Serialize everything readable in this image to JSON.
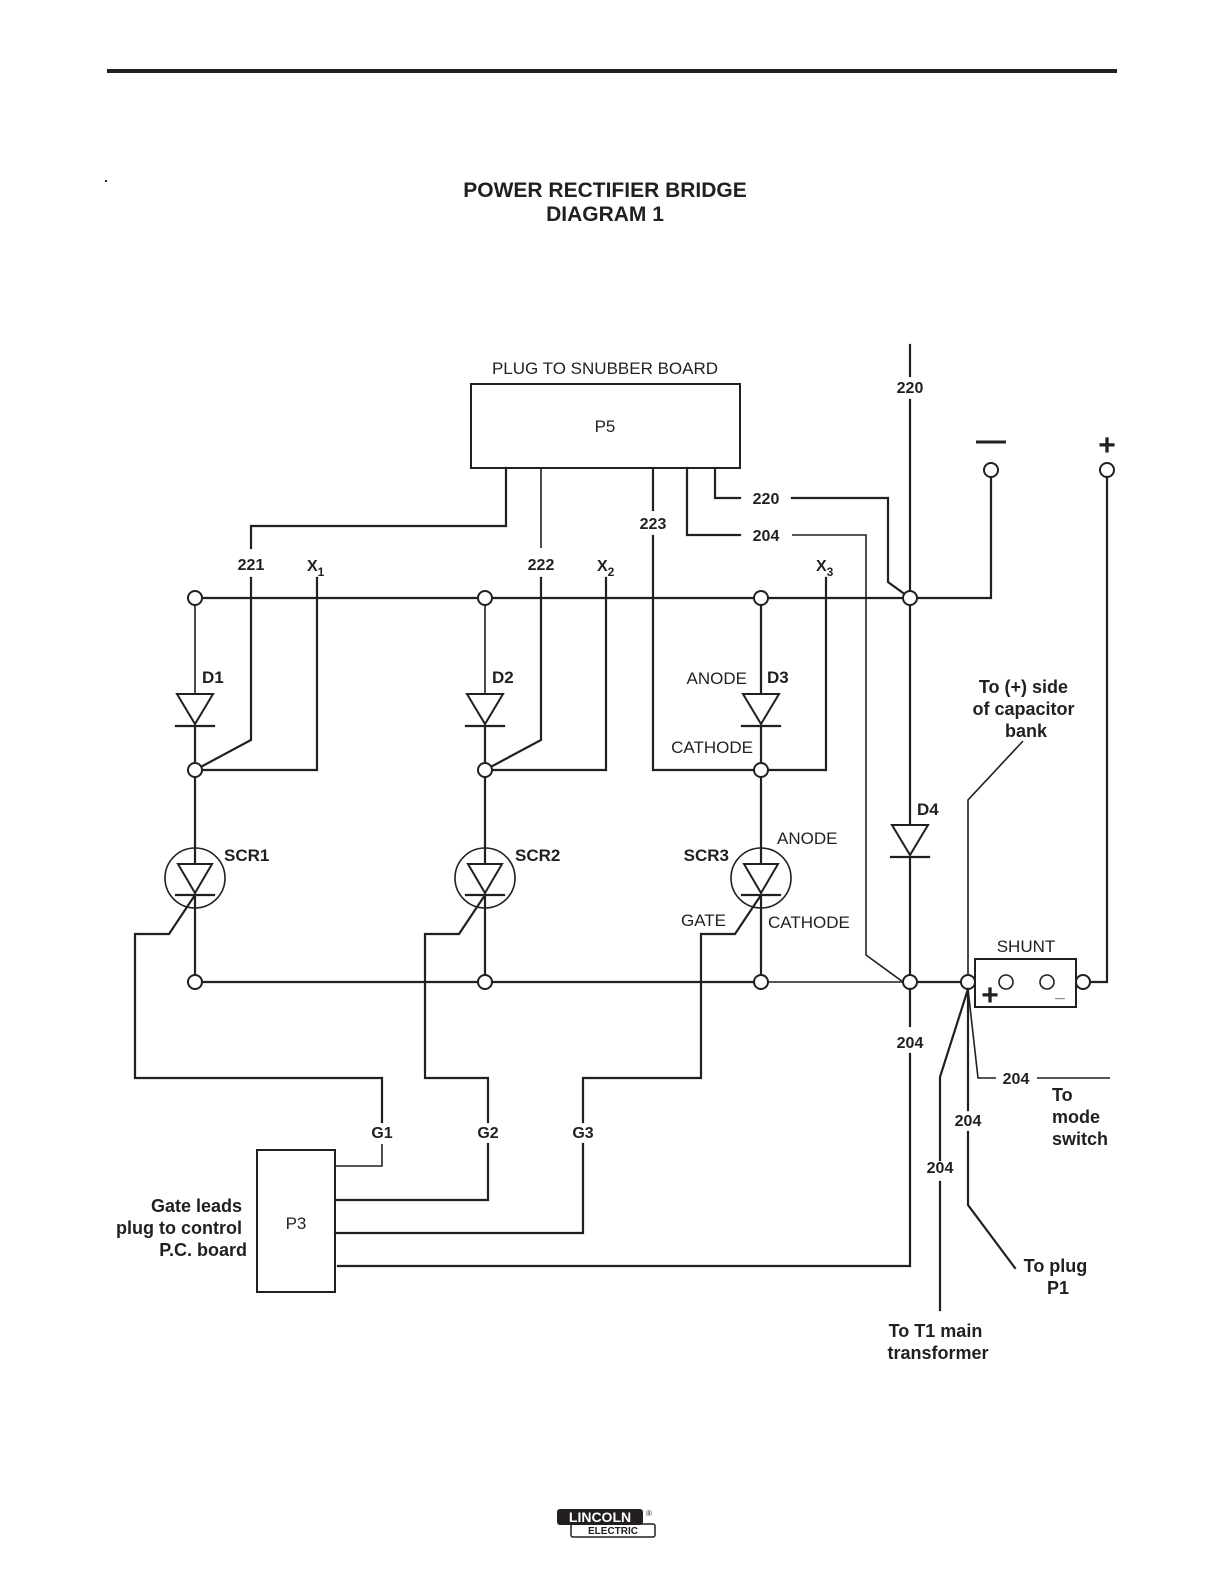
{
  "page": {
    "title_line1": "POWER RECTIFIER BRIDGE",
    "title_line2": "DIAGRAM 1"
  },
  "plugs": {
    "p5": {
      "caption": "PLUG TO SNUBBER BOARD",
      "label": "P5"
    },
    "p3": {
      "label": "P3",
      "caption_lines": [
        "Gate leads",
        "plug to control",
        "P.C. board"
      ]
    }
  },
  "wires": {
    "w220_top": "220",
    "w220_p5": "220",
    "w204_p5": "204",
    "w223": "223",
    "w221": "221",
    "w222": "222",
    "x1": "X",
    "x1_sub": "1",
    "x2": "X",
    "x2_sub": "2",
    "x3": "X",
    "x3_sub": "3",
    "w204_d4": "204",
    "w204_mode": "204",
    "w204_p1": "204",
    "w204_t1": "204",
    "g1": "G1",
    "g2": "G2",
    "g3": "G3"
  },
  "components": {
    "d1": "D1",
    "d2": "D2",
    "d3": "D3",
    "d4": "D4",
    "scr1": "SCR1",
    "scr2": "SCR2",
    "scr3": "SCR3",
    "shunt": "SHUNT"
  },
  "terminal_labels": {
    "d3_anode": "ANODE",
    "d3_cathode": "CATHODE",
    "scr3_anode": "ANODE",
    "scr3_cathode": "CATHODE",
    "scr3_gate": "GATE",
    "shunt_plus": "+",
    "shunt_minus": "_",
    "out_minus": "—",
    "out_plus": "+"
  },
  "notes": {
    "capacitor": [
      "To (+) side",
      "of capacitor",
      "bank"
    ],
    "mode_switch": [
      "To",
      "mode",
      "switch"
    ],
    "plug_p1": [
      "To plug",
      "P1"
    ],
    "t1": [
      "To T1 main",
      "transformer"
    ]
  },
  "footer": {
    "logo_main": "LINCOLN",
    "logo_sub": "ELECTRIC",
    "logo_reg": "®"
  }
}
